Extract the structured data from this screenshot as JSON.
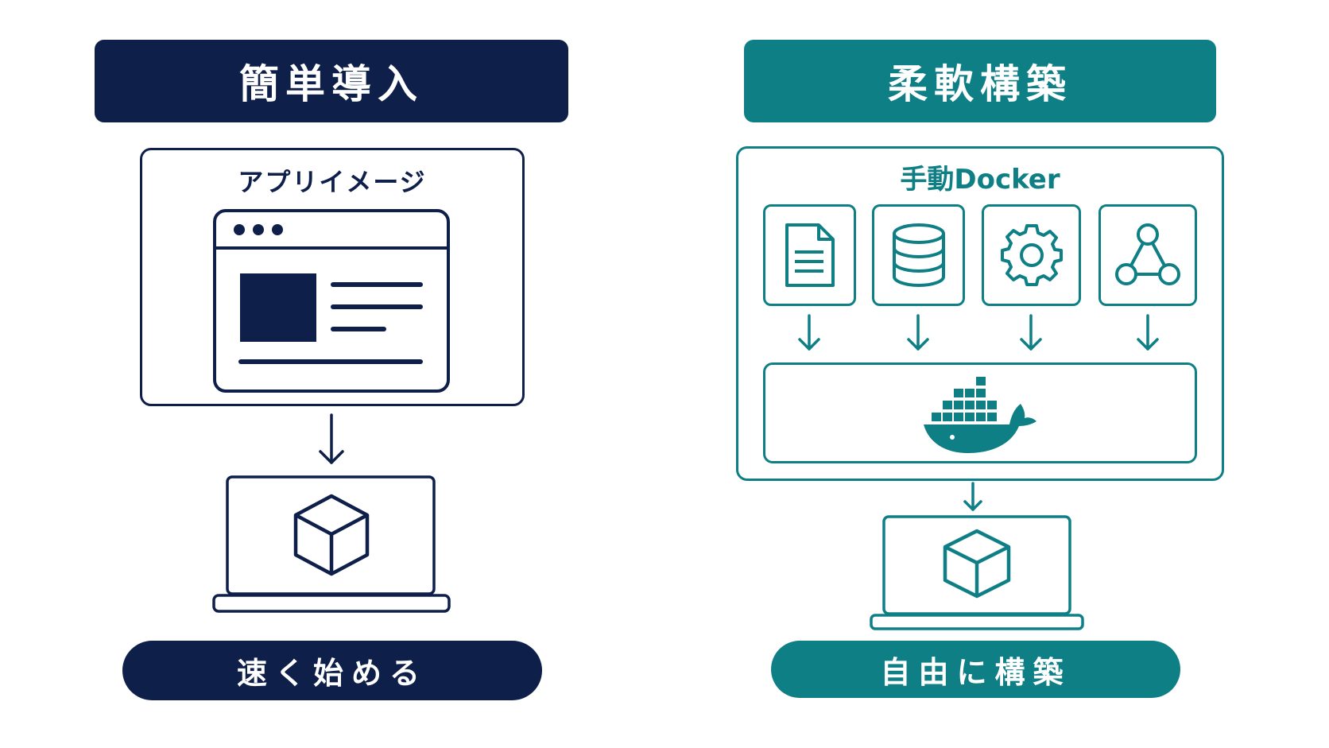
{
  "colors": {
    "navy": "#0e1f4a",
    "teal": "#0f7f86"
  },
  "left": {
    "header": "簡単導入",
    "panel_title": "アプリイメージ",
    "footer": "速く始める",
    "icons": [
      "browser-window-icon",
      "arrow-down-icon",
      "laptop-cube-icon"
    ]
  },
  "right": {
    "header": "柔軟構築",
    "panel_title": "手動Docker",
    "footer": "自由に構築",
    "icons": [
      "document-icon",
      "database-icon",
      "gear-icon",
      "network-nodes-icon",
      "docker-whale-icon",
      "laptop-cube-icon"
    ]
  }
}
